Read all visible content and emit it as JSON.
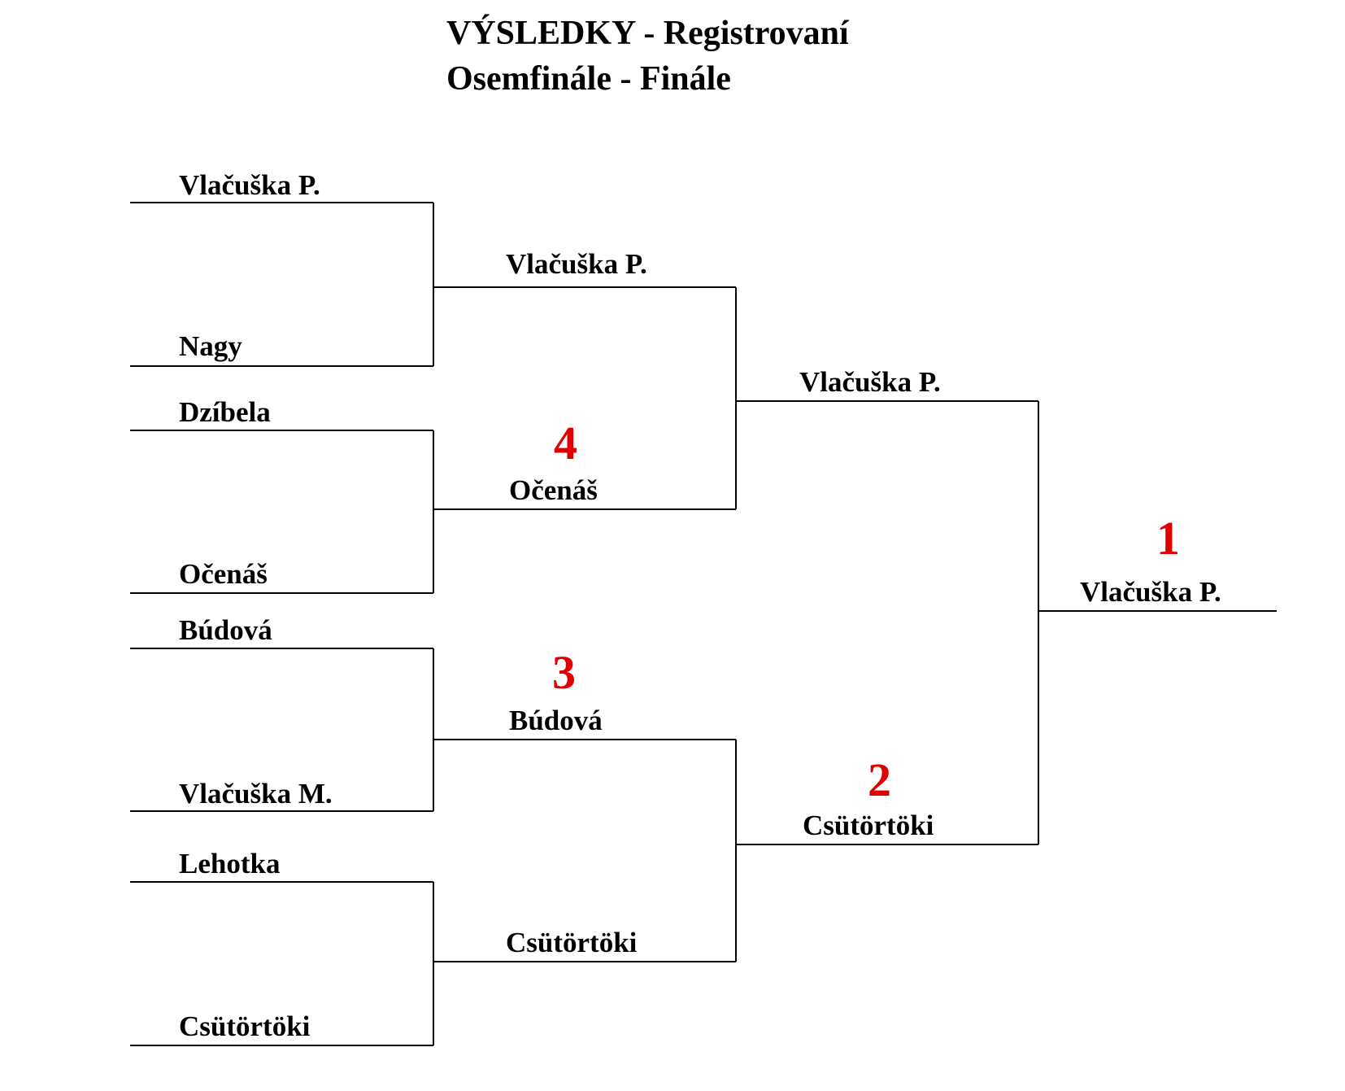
{
  "title": {
    "line1": "VÝSLEDKY - Registrovaní",
    "line2": "Osemfinále - Finále"
  },
  "round1": [
    "Vlačuška P.",
    "Nagy",
    "Dzíbela",
    "Očenáš",
    "Búdová",
    "Vlačuška M.",
    "Lehotka",
    "Csütörtöki"
  ],
  "round2": [
    "Vlačuška P.",
    "Očenáš",
    "Búdová",
    "Csütörtöki"
  ],
  "semifinal": [
    "Vlačuška P.",
    "Csütörtöki"
  ],
  "winner": "Vlačuška P.",
  "placements": {
    "first": {
      "rank": "1",
      "name": "Vlačuška P."
    },
    "second": {
      "rank": "2",
      "name": "Csütörtöki"
    },
    "third": {
      "rank": "3",
      "name": "Búdová"
    },
    "fourth": {
      "rank": "4",
      "name": "Očenáš"
    }
  },
  "colors": {
    "lines": "#000000",
    "rank": "#e00000"
  }
}
